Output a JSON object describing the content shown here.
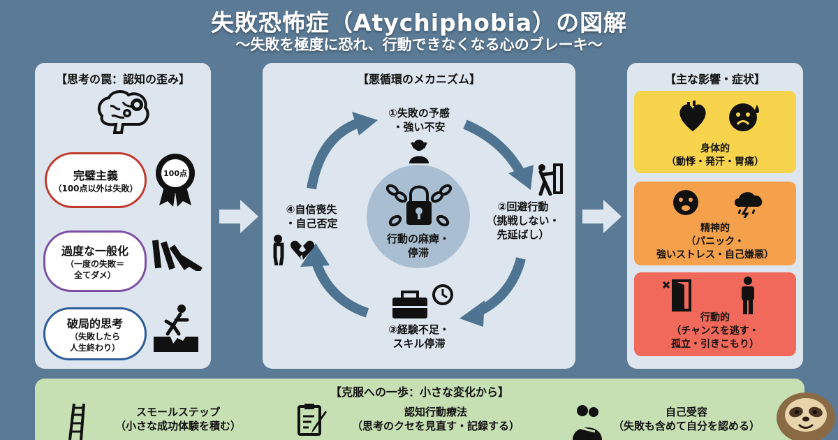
{
  "title": "失敗恐怖症（Atychiphobia）の図解",
  "subtitle": "〜失敗を極度に恐れ、行動できなくなる心のブレーキ〜",
  "left_panel": {
    "heading": "【思考の罠：認知の歪み】",
    "items": [
      {
        "title": "完璧主義",
        "detail": "（100点以外は失敗）",
        "icon": "medal-icon",
        "badge": "100点",
        "border": "#c0392b"
      },
      {
        "title": "過度な一般化",
        "detail_lines": [
          "（一度の失敗＝",
          "全てダメ）"
        ],
        "icon": "falling-dominoes-icon",
        "border": "#7d4fa3"
      },
      {
        "title": "破局的思考",
        "detail_lines": [
          "（失敗したら",
          "人生終わり）"
        ],
        "icon": "person-falling-icon",
        "border": "#2e5c9a"
      }
    ]
  },
  "center_panel": {
    "heading": "【悪循環のメカニズム】",
    "center_label_lines": [
      "行動の麻痺・",
      "停滞"
    ],
    "steps": [
      {
        "lines": [
          "①失敗の予感",
          "・強い不安"
        ],
        "icon": "anxious-person-icon"
      },
      {
        "lines": [
          "②回避行動",
          "（挑戦しない・",
          "先延ばし）"
        ],
        "icon": "person-pushing-door-icon"
      },
      {
        "lines": [
          "③経験不足・",
          "スキル停滞"
        ],
        "icon": "toolbox-clock-icon"
      },
      {
        "lines": [
          "④自信喪失",
          "・自己否定"
        ],
        "icon": "broken-heart-icon"
      }
    ]
  },
  "right_panel": {
    "heading": "【主な影響・症状】",
    "effects": [
      {
        "lines": [
          "身体的",
          "（動悸・発汗・胃痛）"
        ],
        "color": "#f7d44c",
        "icons": [
          "heart-icon",
          "sweating-face-icon"
        ]
      },
      {
        "lines": [
          "精神的",
          "（パニック・",
          "強いストレス・自己嫌悪）"
        ],
        "color": "#f5a04a",
        "icons": [
          "distressed-face-icon",
          "storm-cloud-icon"
        ]
      },
      {
        "lines": [
          "行動的",
          "（チャンスを逃す・",
          "孤立・引きこもり）"
        ],
        "color": "#f0695a",
        "icons": [
          "exit-door-icon",
          "standing-person-icon"
        ]
      }
    ]
  },
  "bottom": {
    "heading": "【克服への一歩：小さな変化から】",
    "steps": [
      {
        "lines": [
          "スモールステップ",
          "（小さな成功体験を積む）"
        ],
        "icon": "ladder-icon"
      },
      {
        "lines": [
          "認知行動療法",
          "（思考のクセを見直す・記録する）"
        ],
        "icon": "checklist-pen-icon"
      },
      {
        "lines": [
          "自己受容",
          "（失敗も含めて自分を認める）"
        ],
        "icon": "hug-icon"
      }
    ],
    "mascot": "sloth-icon"
  }
}
